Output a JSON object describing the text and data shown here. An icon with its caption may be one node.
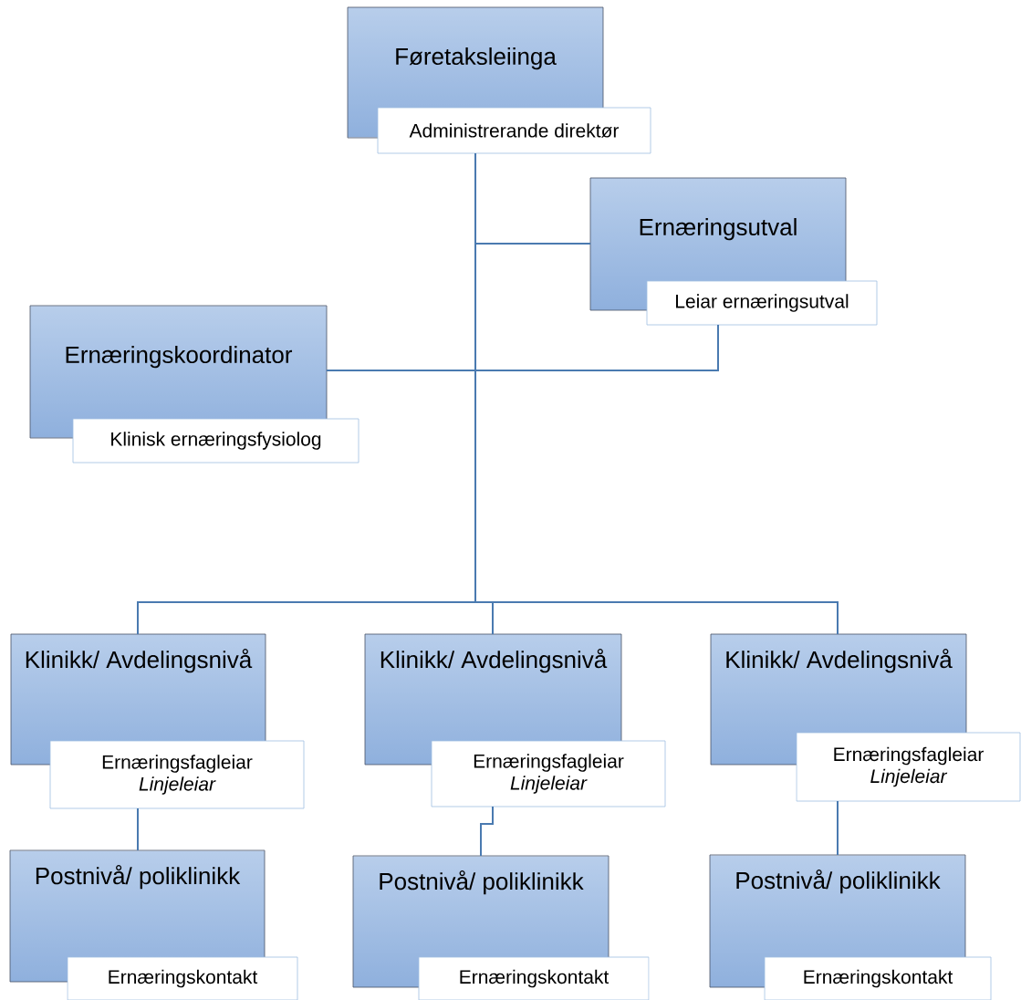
{
  "diagram": {
    "nodes": [
      {
        "text": [
          "Føretaksleiinga"
        ]
      },
      {
        "text": [
          "Administrerande direktør"
        ]
      },
      {
        "text": [
          "Ernæringsutval"
        ]
      },
      {
        "text": [
          "Leiar ernæringsutval"
        ]
      },
      {
        "text": [
          "Ernæringskoordinator"
        ]
      },
      {
        "text": [
          "Klinisk ernæringsfysiolog"
        ]
      },
      {
        "text": [
          "Klinikk/ Avdelingsnivå"
        ]
      },
      {
        "text": [
          "Ernæringsfagleiar",
          "Linjeleiar"
        ]
      },
      {
        "text": [
          "Postnivå/ poliklinikk"
        ]
      },
      {
        "text": [
          "Ernæringskontakt"
        ]
      },
      {
        "text": [
          "Klinikk/ Avdelingsnivå"
        ]
      },
      {
        "text": [
          "Ernæringsfagleiar",
          "Linjeleiar"
        ]
      },
      {
        "text": [
          "Postnivå/ poliklinikk"
        ]
      },
      {
        "text": [
          "Ernæringskontakt"
        ]
      },
      {
        "text": [
          "Klinikk/ Avdelingsnivå"
        ]
      },
      {
        "text": [
          "Ernæringsfagleiar",
          "Linjeleiar"
        ]
      },
      {
        "text": [
          "Postnivå/ poliklinikk"
        ]
      },
      {
        "text": [
          "Ernæringskontakt"
        ]
      }
    ],
    "edges": [
      {
        "from": 1,
        "to": 2,
        "arrow": "none"
      },
      {
        "from": 1,
        "to": 4,
        "arrow": "none"
      },
      {
        "from": 3,
        "to": 4,
        "arrow": "none"
      },
      {
        "from": 1,
        "to": 6,
        "arrow": "none"
      },
      {
        "from": 1,
        "to": 10,
        "arrow": "none"
      },
      {
        "from": 1,
        "to": 14,
        "arrow": "none"
      },
      {
        "from": 7,
        "to": 8,
        "arrow": "none"
      },
      {
        "from": 11,
        "to": 12,
        "arrow": "none"
      },
      {
        "from": 15,
        "to": 16,
        "arrow": "none"
      }
    ]
  }
}
